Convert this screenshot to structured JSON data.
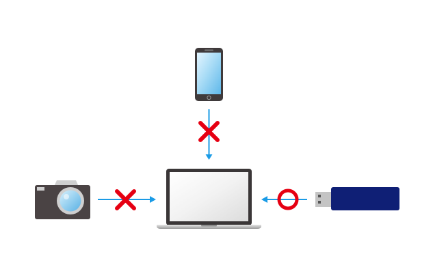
{
  "diagram": {
    "devices": [
      {
        "id": "smartphone",
        "icon": "smartphone-icon"
      },
      {
        "id": "laptop",
        "icon": "laptop-icon"
      },
      {
        "id": "camera",
        "icon": "camera-icon"
      },
      {
        "id": "usb-drive",
        "icon": "usb-drive-icon"
      }
    ],
    "connections": [
      {
        "from": "smartphone",
        "to": "laptop",
        "allowed": false,
        "marker": "cross-icon"
      },
      {
        "from": "camera",
        "to": "laptop",
        "allowed": false,
        "marker": "cross-icon"
      },
      {
        "from": "usb-drive",
        "to": "laptop",
        "allowed": true,
        "marker": "circle-ok-icon"
      }
    ],
    "colors": {
      "arrow": "#1a9be6",
      "deny": "#e60012",
      "usb_body": "#0f1f75",
      "camera_body": "#4a4344",
      "lens": "#7cc6ef"
    }
  }
}
